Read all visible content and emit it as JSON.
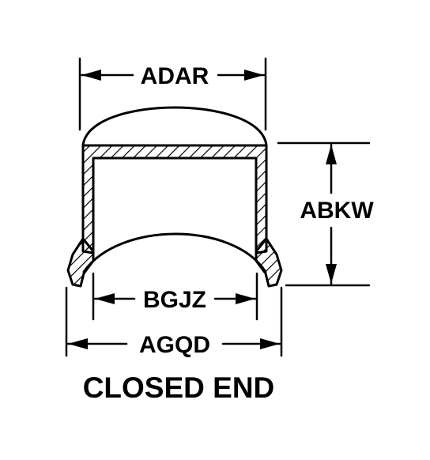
{
  "labels": {
    "top_width": "ADAR",
    "height": "ABKW",
    "inner_width": "BGJZ",
    "outer_width": "AGQD"
  },
  "caption": "CLOSED END",
  "colors": {
    "ink": "#000000",
    "background": "#ffffff"
  }
}
